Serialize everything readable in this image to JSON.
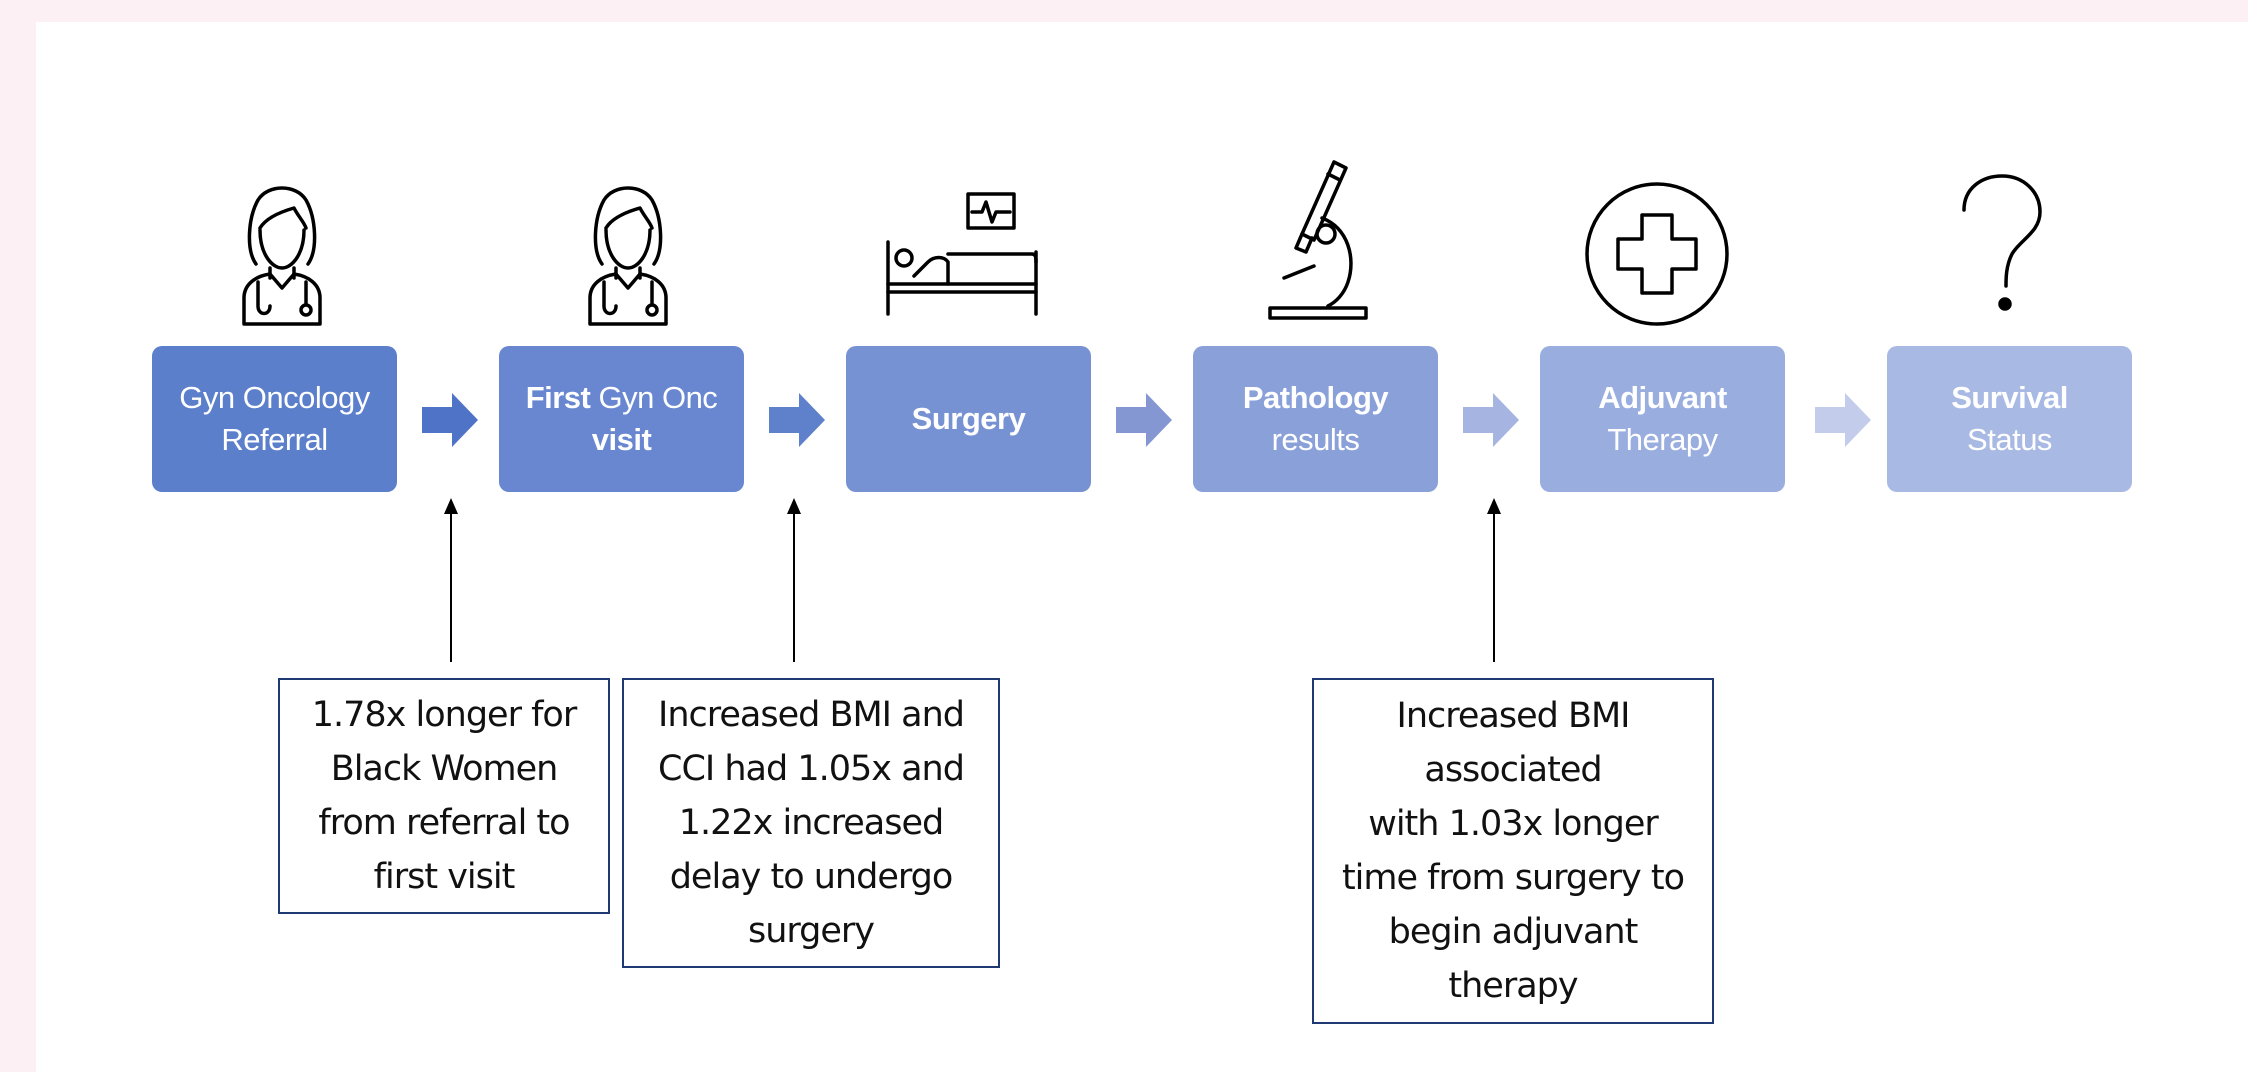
{
  "colors": {
    "background": "#fdf0f5",
    "step1": "#5b7fcb",
    "step2": "#6887d0",
    "step3": "#7792d3",
    "step4": "#89a0d9",
    "step5": "#99addf",
    "step6": "#a8b9e4",
    "box_border": "#1f3a73"
  },
  "icons": [
    "doctor-icon",
    "doctor-icon",
    "hospital-bed-icon",
    "microscope-icon",
    "medical-cross-icon",
    "question-mark-icon"
  ],
  "steps": [
    {
      "line1_bold": "",
      "line1": "Gyn Oncology",
      "line2_bold": "",
      "line2": "Referral"
    },
    {
      "line1_bold": "First",
      "line1": " Gyn Onc",
      "line2_bold": "visit",
      "line2": ""
    },
    {
      "line1_bold": "Surgery",
      "line1": "",
      "line2_bold": "",
      "line2": ""
    },
    {
      "line1_bold": "Pathology",
      "line1": "",
      "line2_bold": "",
      "line2": "results"
    },
    {
      "line1_bold": "Adjuvant",
      "line1": "",
      "line2_bold": "",
      "line2": "Therapy"
    },
    {
      "line1_bold": "Survival",
      "line1": "",
      "line2_bold": "",
      "line2": "Status"
    }
  ],
  "notes": [
    {
      "lines": [
        "1.78x longer for",
        "Black Women",
        "from referral to",
        "first visit"
      ]
    },
    {
      "lines": [
        "Increased BMI and",
        "CCI had 1.05x and",
        "1.22x increased",
        "delay to undergo",
        "surgery"
      ]
    },
    {
      "lines": [
        "Increased BMI",
        "associated",
        "with  1.03x longer",
        "time from surgery to",
        "begin adjuvant",
        "therapy"
      ]
    }
  ]
}
